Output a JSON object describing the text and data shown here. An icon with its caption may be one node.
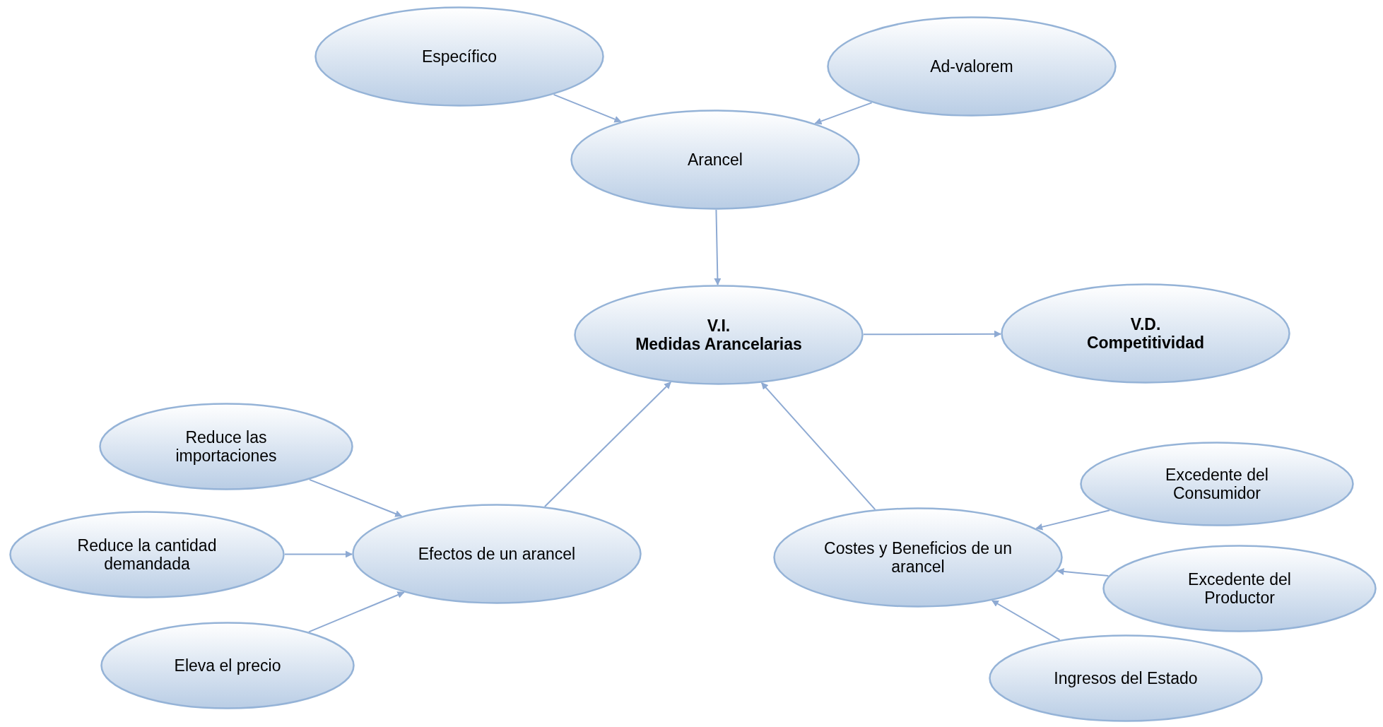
{
  "diagram": {
    "nodes": [
      {
        "text": [
          "Específico"
        ]
      },
      {
        "text": [
          "Ad-valorem"
        ]
      },
      {
        "text": [
          "Arancel"
        ]
      },
      {
        "text": [
          "V.I.",
          "Medidas Arancelarias"
        ]
      },
      {
        "text": [
          "V.D.",
          "Competitividad"
        ]
      },
      {
        "text": [
          "Reduce las importaciones"
        ]
      },
      {
        "text": [
          "Reduce la cantidad demandada"
        ]
      },
      {
        "text": [
          "Eleva el precio"
        ]
      },
      {
        "text": [
          "Efectos de un arancel"
        ]
      },
      {
        "text": [
          "Costes y Beneficios de un arancel"
        ]
      },
      {
        "text": [
          "Excedente del Consumidor"
        ]
      },
      {
        "text": [
          "Excedente del Productor"
        ]
      },
      {
        "text": [
          "Ingresos del Estado"
        ]
      }
    ],
    "edges": [
      {
        "from": 0,
        "to": 2,
        "arrow": "to"
      },
      {
        "from": 1,
        "to": 2,
        "arrow": "to"
      },
      {
        "from": 2,
        "to": 3,
        "arrow": "to"
      },
      {
        "from": 3,
        "to": 4,
        "arrow": "to"
      },
      {
        "from": 5,
        "to": 8,
        "arrow": "to"
      },
      {
        "from": 6,
        "to": 8,
        "arrow": "to"
      },
      {
        "from": 7,
        "to": 8,
        "arrow": "to"
      },
      {
        "from": 8,
        "to": 3,
        "arrow": "to"
      },
      {
        "from": 9,
        "to": 3,
        "arrow": "to"
      },
      {
        "from": 10,
        "to": 9,
        "arrow": "to"
      },
      {
        "from": 11,
        "to": 9,
        "arrow": "to"
      },
      {
        "from": 12,
        "to": 9,
        "arrow": "to"
      }
    ]
  }
}
